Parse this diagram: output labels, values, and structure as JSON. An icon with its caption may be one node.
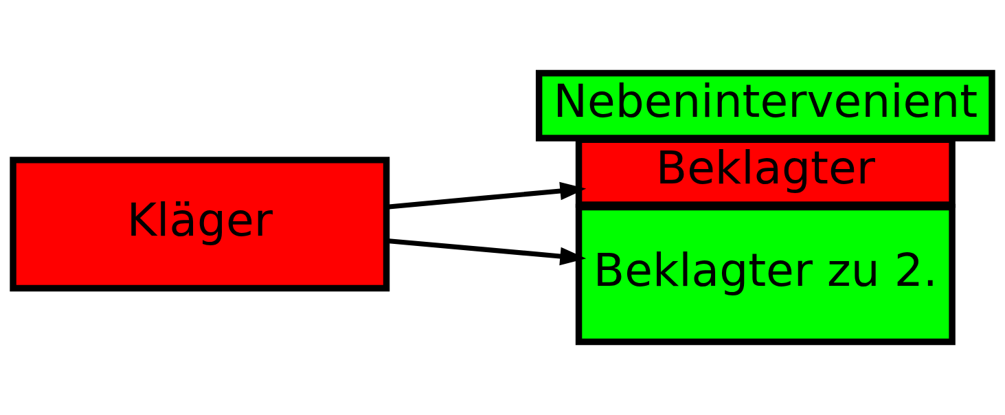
{
  "diagram": {
    "nodes": [
      {
        "text": [
          "Kläger"
        ]
      },
      {
        "text": [
          "Beklagter"
        ]
      },
      {
        "text": [
          "Nebenintervenient"
        ]
      },
      {
        "text": [
          "Beklagter zu 2."
        ]
      }
    ],
    "edges": [
      {
        "from": 0,
        "to": 1,
        "arrow": "to"
      },
      {
        "from": 0,
        "to": 3,
        "arrow": "to"
      }
    ]
  }
}
